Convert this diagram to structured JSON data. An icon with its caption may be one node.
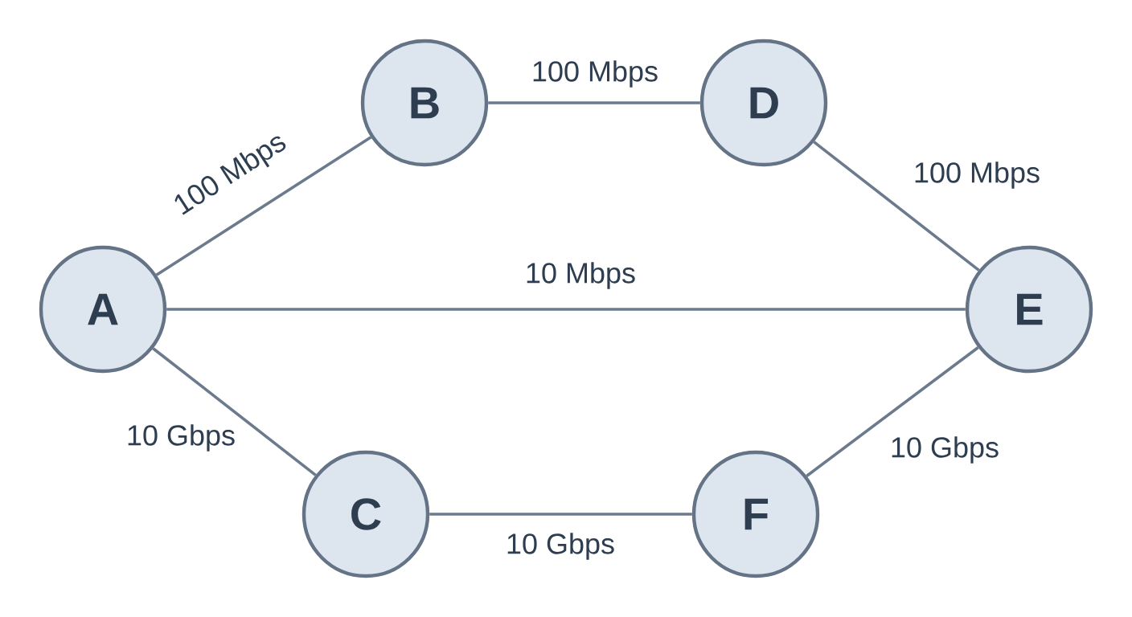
{
  "diagram": {
    "nodes": [
      {
        "text": [
          "A"
        ]
      },
      {
        "text": [
          "B"
        ]
      },
      {
        "text": [
          "C"
        ]
      },
      {
        "text": [
          "D"
        ]
      },
      {
        "text": [
          "E"
        ]
      },
      {
        "text": [
          "F"
        ]
      }
    ],
    "edges": [
      {
        "from": 0,
        "to": 1,
        "arrow": "none",
        "label": "100 Mbps"
      },
      {
        "from": 1,
        "to": 3,
        "arrow": "none",
        "label": "100 Mbps"
      },
      {
        "from": 3,
        "to": 4,
        "arrow": "none",
        "label": "100 Mbps"
      },
      {
        "from": 0,
        "to": 4,
        "arrow": "none",
        "label": "10 Mbps"
      },
      {
        "from": 0,
        "to": 2,
        "arrow": "none",
        "label": "10 Gbps"
      },
      {
        "from": 2,
        "to": 5,
        "arrow": "none",
        "label": "10 Gbps"
      },
      {
        "from": 5,
        "to": 4,
        "arrow": "none",
        "label": "10 Gbps"
      }
    ]
  }
}
